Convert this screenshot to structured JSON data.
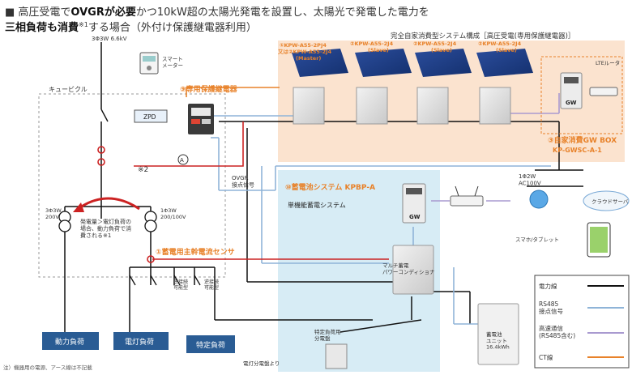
{
  "header": {
    "line1_prefix": "■ 高圧受電で",
    "line1_bold": "OVGRが必要",
    "line1_rest": "かつ10kW超の太陽光発電を設置し、太陽光で発電した電力を",
    "line2_bold": "三相負荷も消費",
    "line2_sup": "※1",
    "line2_rest": "する場合（外付け保護継電器利用）"
  },
  "system_title": "完全自家消費型システム構成［高圧受電(専用保護継電器)］",
  "grid": {
    "supply": "3Φ3W 6.6kV",
    "smart_meter": "スマート\nメーター",
    "cubicle": "キュービクル"
  },
  "relay_label": "⑨専用保護継電器",
  "zpd": "ZPD",
  "note2": "※2",
  "ammeter": "A",
  "pv_units": [
    {
      "label1": "①KPW-A55-2PJ4",
      "label2": "又は②KPW-A55-2J4",
      "label3": "(Master)"
    },
    {
      "label1": "②KPW-A55-2J4",
      "label2": "(Slave)",
      "label3": ""
    },
    {
      "label1": "②KPW-A55-2J4",
      "label2": "(Slave)",
      "label3": ""
    },
    {
      "label1": "②KPW-A55-2J4",
      "label2": "(Slave)",
      "label3": ""
    }
  ],
  "gwbox": {
    "lte": "LTEルータ",
    "gw": "GW",
    "title": "③自家消費GW BOX",
    "model": "KP-GWSC-A-1"
  },
  "ovgr": "OVGR\n接点信号",
  "battery": {
    "title": "⑩蓄電池システム KPBP-A",
    "subtitle": "単機能蓄電システム",
    "gw": "GW",
    "pcs": "マルチ蓄電\nパワーコンディショナ",
    "unit": "蓄電池\nユニット\n16.4kWh",
    "sensor": "①蓄電用主幹電流センサ",
    "panel": "特定負荷用\n分電盤"
  },
  "transformers": {
    "left": "3Φ3W\n200V",
    "right": "1Φ3W\n200/100V",
    "arrow_note": "発電量＞電灯負荷の\n場合、動力負荷で消\n費される※1"
  },
  "grid_tie": [
    "逆接続\n可能型",
    "逆接続\n可能型"
  ],
  "ac": "1Φ2W\nAC100V",
  "cloud": "クラウドサーバ",
  "phone": "スマホ/タブレット",
  "loads": [
    "動力負荷",
    "電灯負荷",
    "特定負荷"
  ],
  "from_panel": "電灯分電盤より",
  "legend": [
    {
      "label": "電力線",
      "color": "#111111"
    },
    {
      "label": "RS485\n接点信号",
      "color": "#8fb4d8"
    },
    {
      "label": "高速通信\n(RS485含む)",
      "color": "#a99ad0"
    },
    {
      "label": "CT線",
      "color": "#e8822a"
    }
  ],
  "footnote": "注）機器用の電源、アース線は不記載"
}
